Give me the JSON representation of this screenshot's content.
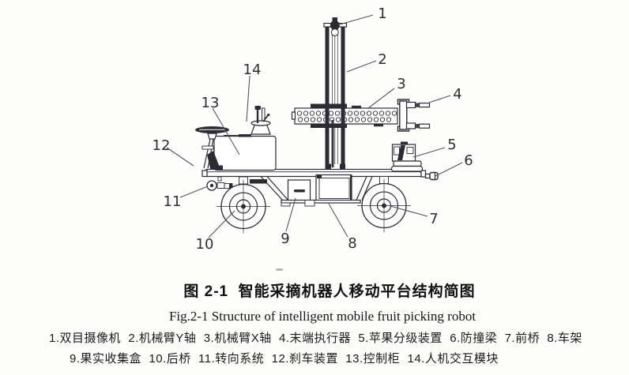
{
  "figure": {
    "title_cn": "图 2-1  智能采摘机器人移动平台结构简图",
    "title_en": "Fig.2-1 Structure of intelligent mobile fruit picking robot",
    "legend_line1": "1.双目摄像机  2.机械臂Y轴  3.机械臂X轴  4.末端执行器  5.苹果分级装置  6.防撞梁  7.前桥  8.车架",
    "legend_line2": "9.果实收集盒  10.后桥  11.转向系统  12.刹车装置  13.控制柜  14.人机交互模块"
  },
  "callouts": [
    {
      "num": "1",
      "part": "双目摄像机"
    },
    {
      "num": "2",
      "part": "机械臂Y轴"
    },
    {
      "num": "3",
      "part": "机械臂X轴"
    },
    {
      "num": "4",
      "part": "末端执行器"
    },
    {
      "num": "5",
      "part": "苹果分级装置"
    },
    {
      "num": "6",
      "part": "防撞梁"
    },
    {
      "num": "7",
      "part": "前桥"
    },
    {
      "num": "8",
      "part": "车架"
    },
    {
      "num": "9",
      "part": "果实收集盒"
    },
    {
      "num": "10",
      "part": "后桥"
    },
    {
      "num": "11",
      "part": "转向系统"
    },
    {
      "num": "12",
      "part": "刹车装置"
    },
    {
      "num": "13",
      "part": "控制柜"
    },
    {
      "num": "14",
      "part": "人机交互模块"
    }
  ],
  "colors": {
    "ink": "#2b2b33",
    "leader": "#55555e",
    "background": "#fdfdfb",
    "caption_text": "#141414"
  }
}
